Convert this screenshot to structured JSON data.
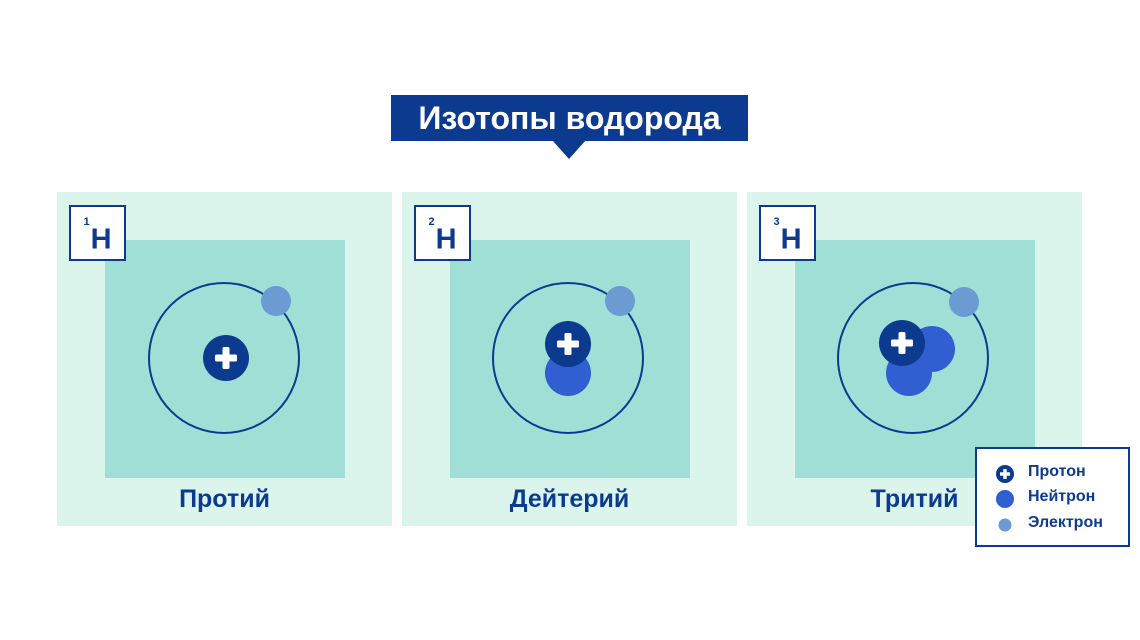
{
  "title": "Изотопы водорода",
  "colors": {
    "title_bg": "#0b3a8f",
    "card_bg": "#dcf5ec",
    "card_inner_bg": "#9fdfd5",
    "proton": "#0b3a8f",
    "neutron": "#2f5fd0",
    "electron": "#6b9bd2",
    "orbit": "#0b3a8f"
  },
  "isotopes": [
    {
      "mass_number": "1",
      "symbol": "H",
      "name": "Протий",
      "protons": 1,
      "neutrons": 0,
      "electrons": 1
    },
    {
      "mass_number": "2",
      "symbol": "H",
      "name": "Дейтерий",
      "protons": 1,
      "neutrons": 1,
      "electrons": 1
    },
    {
      "mass_number": "3",
      "symbol": "H",
      "name": "Тритий",
      "protons": 1,
      "neutrons": 2,
      "electrons": 1
    }
  ],
  "legend": {
    "proton": "Протон",
    "neutron": "Нейтрон",
    "electron": "Электрон"
  },
  "icons": {
    "proton": "plus-in-circle-icon",
    "neutron": "filled-circle-icon",
    "electron": "small-filled-circle-icon"
  }
}
